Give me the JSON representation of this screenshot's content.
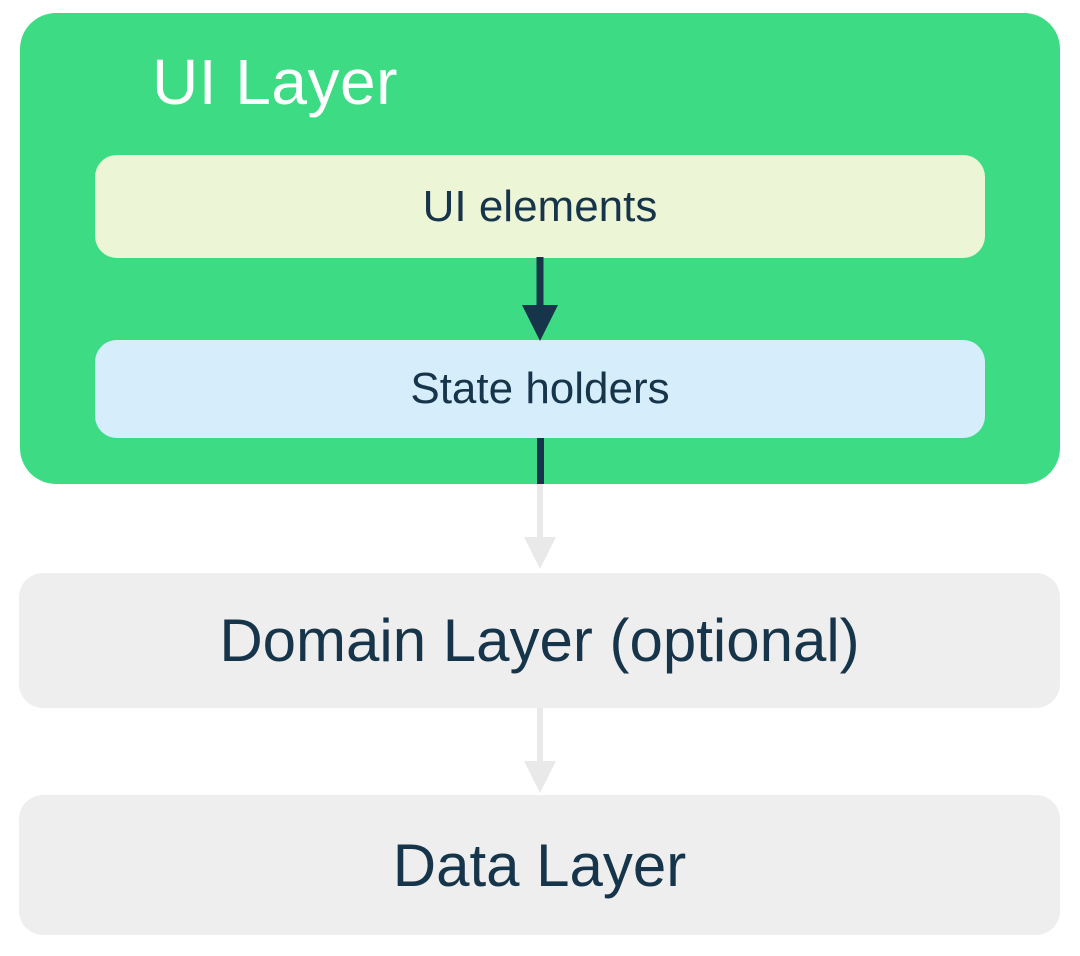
{
  "colors": {
    "ui_layer_bg": "#3ddc84",
    "ui_elements_bg": "#edf5d7",
    "state_holders_bg": "#d6edfb",
    "layer_box_bg": "#eeeeee",
    "title_text": "#ffffff",
    "dark_text": "#17354a",
    "arrow_dark": "#17354a",
    "arrow_light": "#e9e9e9",
    "page_bg": "#ffffff"
  },
  "diagram": {
    "ui_layer": {
      "title": "UI Layer",
      "ui_elements_label": "UI elements",
      "state_holders_label": "State holders"
    },
    "domain_layer": {
      "label": "Domain Layer (optional)"
    },
    "data_layer": {
      "label": "Data Layer"
    }
  }
}
